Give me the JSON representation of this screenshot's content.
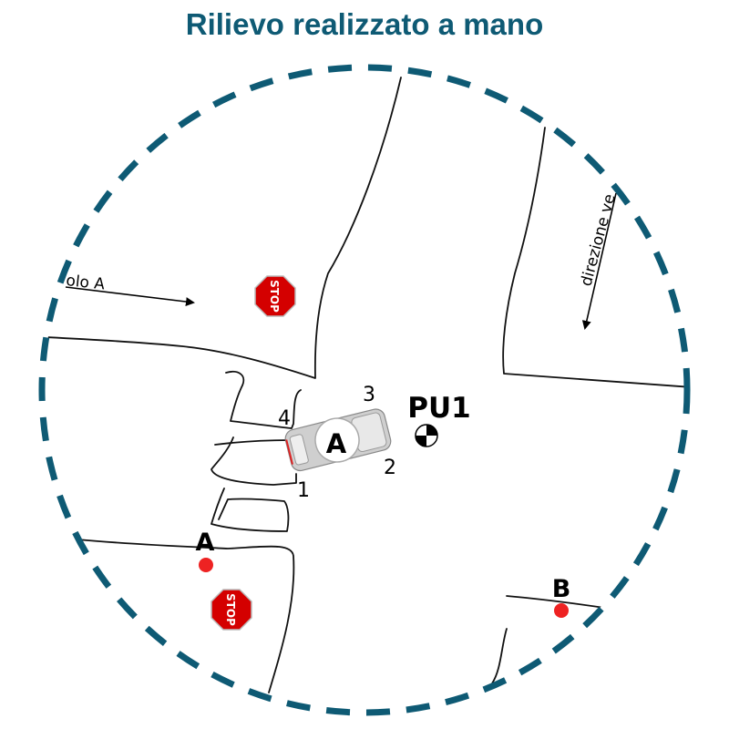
{
  "title": "Rilievo realizzato a mano",
  "colors": {
    "circle": "#0e5a74",
    "stop": "#d40000",
    "point": "#ee2222"
  },
  "labels": {
    "direction_a": "olo A",
    "direction_b": "direzione ve",
    "vehicle": "A",
    "impact_1": "1",
    "impact_2": "2",
    "impact_3": "3",
    "impact_4": "4",
    "reference_point": "PU1",
    "point_a": "A",
    "point_b": "B",
    "stop_sign_text": "STOP"
  }
}
